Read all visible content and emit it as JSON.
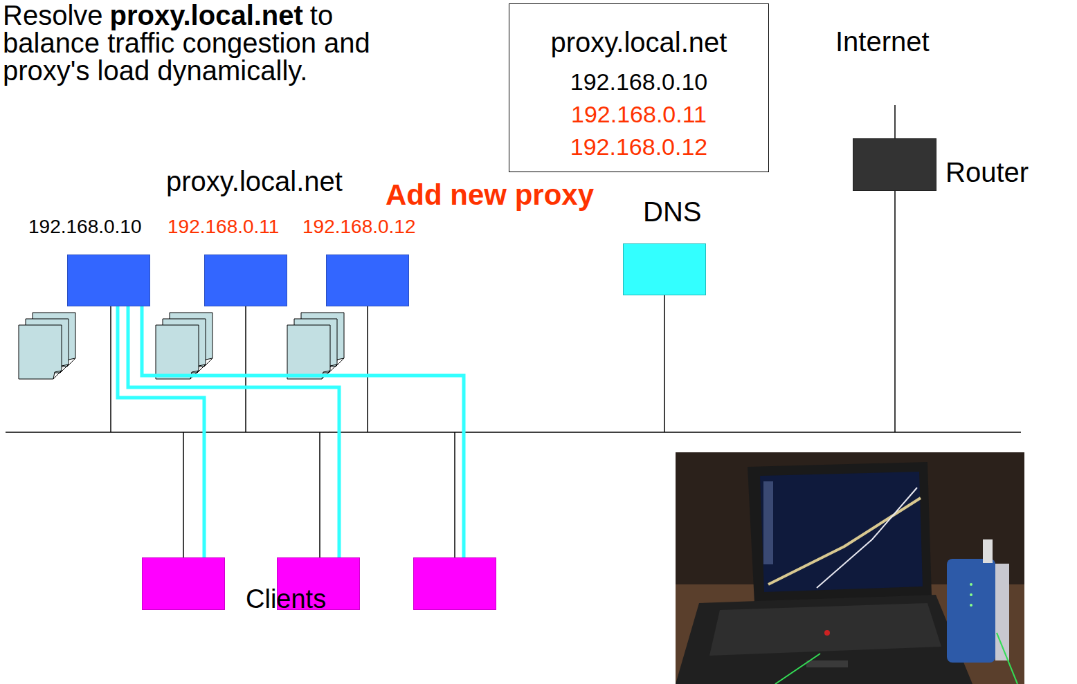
{
  "diagram": {
    "nodes": [
      {
        "text": [
          "proxy.local.net",
          "192.168.0.10",
          "192.168.0.11",
          "192.168.0.12"
        ]
      },
      {
        "text": [
          "Router"
        ]
      },
      {
        "text": [
          "192.168.0.10"
        ]
      },
      {
        "text": [
          "192.168.0.11"
        ]
      },
      {
        "text": [
          "192.168.0.12"
        ]
      },
      {
        "text": [
          "DNS"
        ]
      },
      {
        "text": []
      },
      {
        "text": []
      },
      {
        "text": []
      }
    ],
    "edges": [
      {
        "from": 2,
        "to": 6,
        "arrow": "none"
      },
      {
        "from": 2,
        "to": 7,
        "arrow": "none"
      },
      {
        "from": 2,
        "to": 8,
        "arrow": "none"
      }
    ],
    "labels": [
      "Resolve",
      "proxy.local.net",
      "to balance traffic congestion and proxy's load dynamically.",
      "Internet",
      "proxy.local.net",
      "Add new proxy",
      "Clients"
    ]
  }
}
